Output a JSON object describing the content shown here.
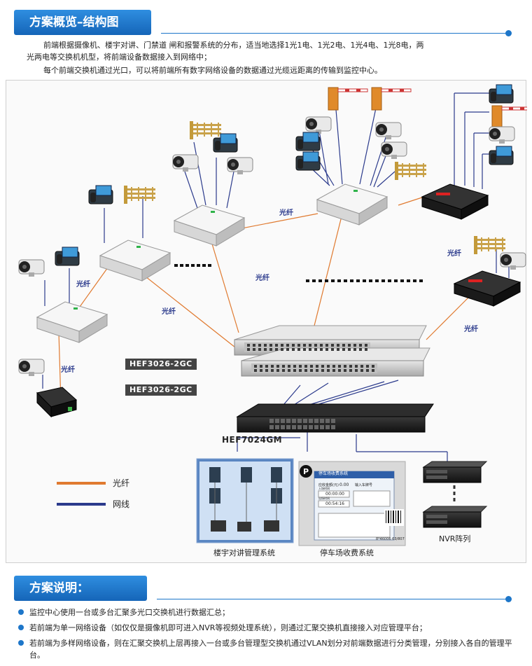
{
  "section1": {
    "title": "方案概览–结构图"
  },
  "intro": {
    "p1a": "前端根据摄像机、楼宇对讲、门禁道 闸和报警系统的分布，适当地选择1光1电、1光2电、1光4电、1光8电，两",
    "p1b": "光两电等交换机机型，将前端设备数据接入到网络中；",
    "p2": "每个前端交换机通过光口，可以将前端所有数字网络设备的数据通过光缆远距离的传输到监控中心。"
  },
  "diagram": {
    "fiber_label": "光纤",
    "model_1": "HEF3026-2GC",
    "model_2": "HEF3026-2GC",
    "model_3": "HEF7024GM",
    "legend": {
      "fiber": "光纤",
      "network": "网线"
    },
    "captions": {
      "intercom": "楼宇对讲管理系统",
      "parking": "停车场收费系统",
      "nvr": "NVR阵列"
    },
    "parking_ui": {
      "title": "停车场收费系统",
      "label_a": "应收金额(元)",
      "value_a": "0.00",
      "label_b": "输入车牌号",
      "label_c": "入场时间",
      "value_c": "00:00:00",
      "label_d": "出场时间",
      "value_d": "00:54:16",
      "barcode_text": "8*46006 63/807"
    },
    "colors": {
      "fiber": "#e07a30",
      "network": "#2b3a8c",
      "accent": "#1d76c9"
    }
  },
  "section2": {
    "title": "方案说明："
  },
  "bullets": [
    "监控中心使用一台或多台汇聚多光口交换机进行数据汇总；",
    "若前端为单一网络设备（如仅仅是摄像机即可进入NVR等视频处理系统），则通过汇聚交换机直接接入对应管理平台；",
    "若前端为多样网络设备，则在汇聚交换机上层再接入一台或多台管理型交换机通过VLAN划分对前端数据进行分类管理，分别接入各自的管理平台。"
  ]
}
